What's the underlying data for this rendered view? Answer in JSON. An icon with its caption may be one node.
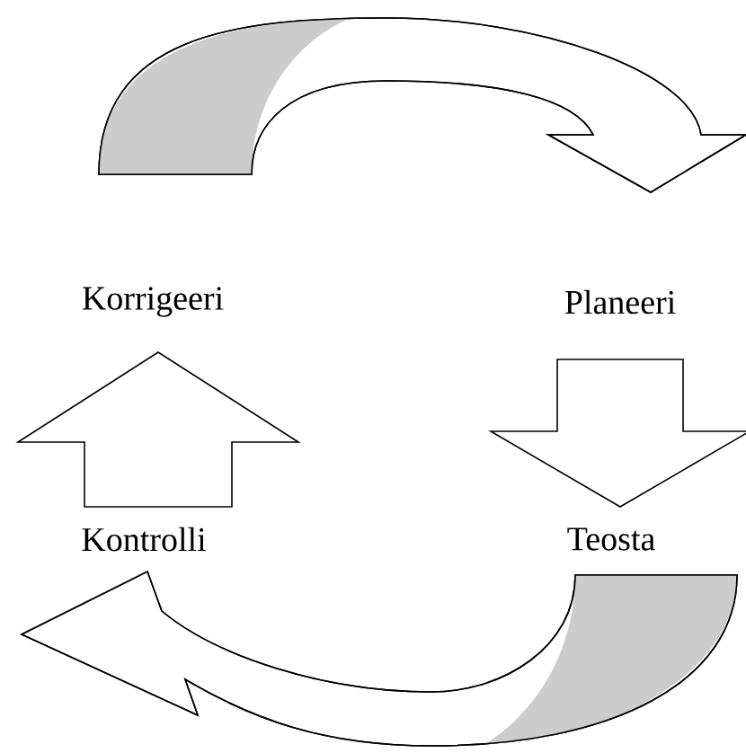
{
  "diagram": {
    "nodes": [
      {
        "text": [
          "Korrigeeri"
        ]
      },
      {
        "text": [
          "Planeeri"
        ]
      },
      {
        "text": [
          "Kontrolli"
        ]
      },
      {
        "text": [
          "Teosta"
        ]
      }
    ],
    "edges": [
      {
        "from": 0,
        "to": 1,
        "arrow": "to"
      },
      {
        "from": 1,
        "to": 3,
        "arrow": "to"
      },
      {
        "from": 3,
        "to": 2,
        "arrow": "to"
      },
      {
        "from": 2,
        "to": 0,
        "arrow": "to"
      }
    ]
  }
}
